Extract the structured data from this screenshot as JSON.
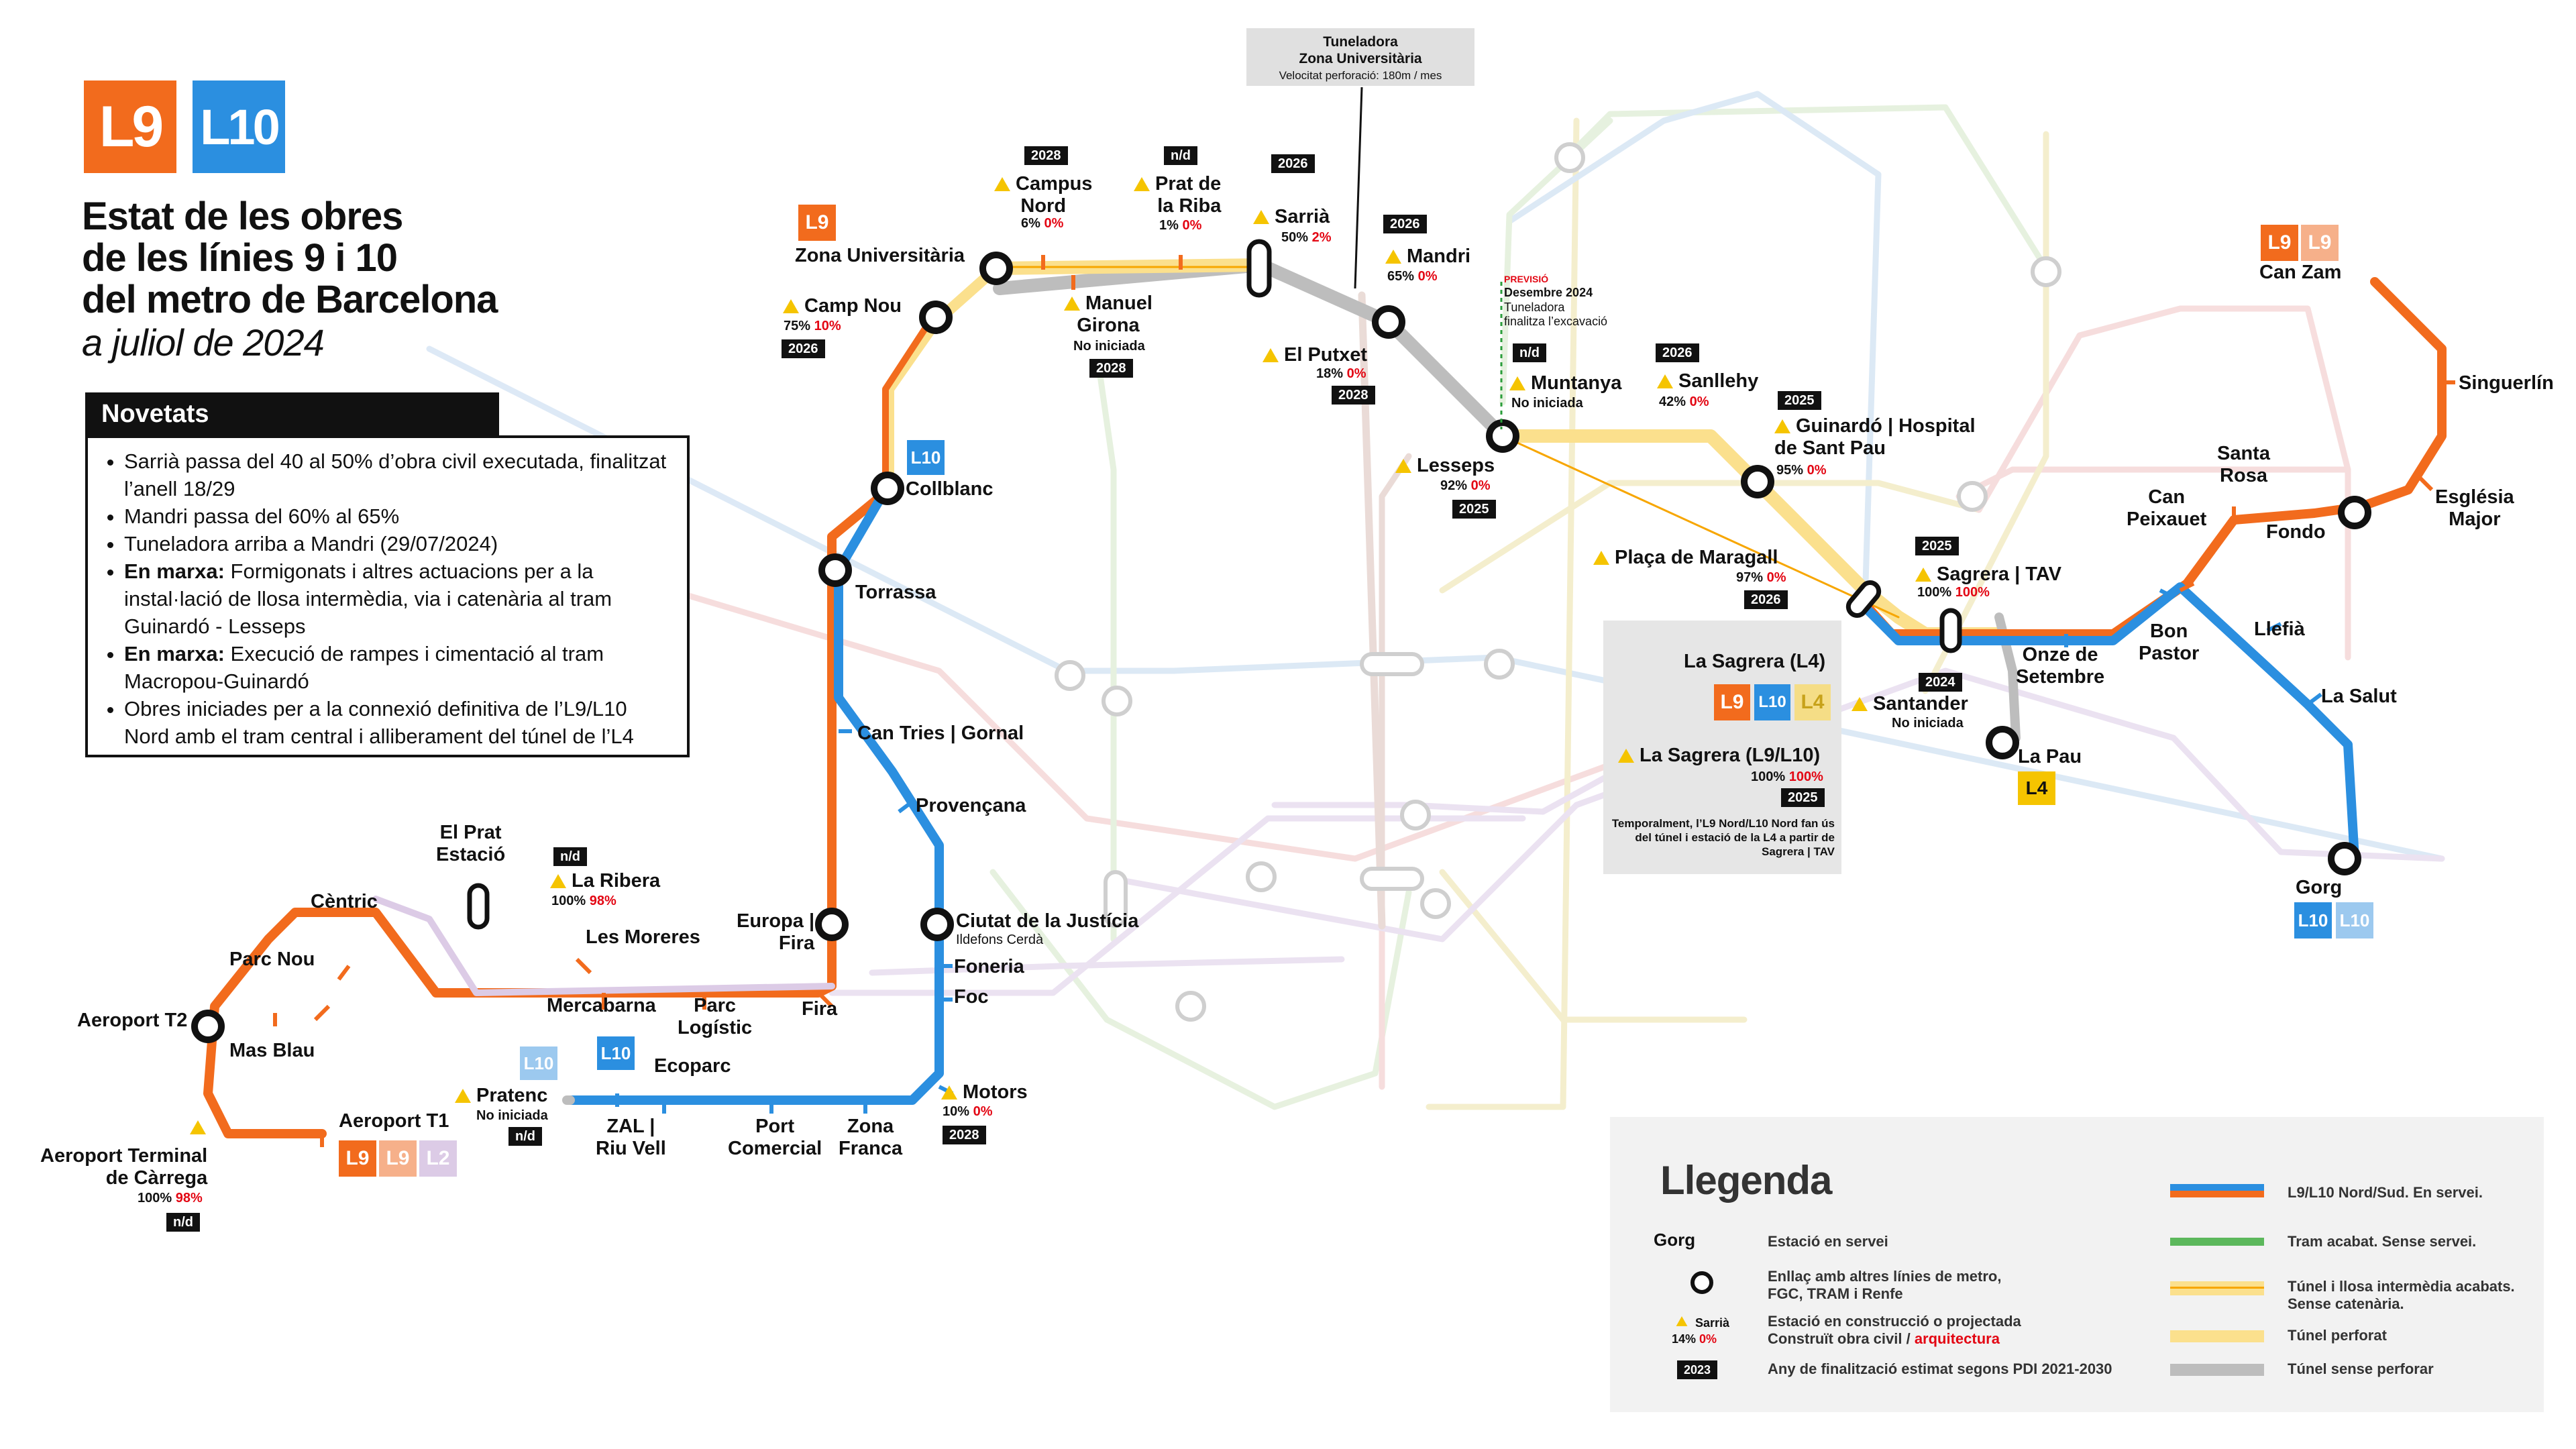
{
  "header": {
    "logo_l9": "L9",
    "logo_l10": "L10",
    "title_lines": [
      "Estat de les obres",
      "de les línies 9 i 10",
      "del metro de Barcelona"
    ],
    "subtitle": "a juliol de 2024"
  },
  "news": {
    "heading": "Novetats",
    "items": [
      {
        "bold": "",
        "text": "Sarrià passa del 40 al 50% d’obra civil executada, finalitzat l’anell 18/29"
      },
      {
        "bold": "",
        "text": "Mandri passa del 60% al 65%"
      },
      {
        "bold": "",
        "text": "Tuneladora arriba a Mandri (29/07/2024)"
      },
      {
        "bold": "En marxa:",
        "text": " Formigonats i altres actuacions per a la instal·lació de llosa intermèdia, via i catenària al tram Guinardó - Lesseps"
      },
      {
        "bold": "En marxa:",
        "text": " Execució de rampes i cimentació al tram Macropou-Guinardó"
      },
      {
        "bold": "",
        "text": "Obres iniciades per a la connexió definitiva de l’L9/L10 Nord amb el tram central i alliberament del túnel de l’L4"
      }
    ]
  },
  "tbm": {
    "title": "Tuneladora",
    "title2": "Zona Universitària",
    "note": "Velocitat perforació: 180m / mes"
  },
  "colors": {
    "orange": "#f26b1d",
    "blue": "#2b8fe0",
    "yellow": "#fbe08d",
    "green": "#5cb85c",
    "grey": "#bdbdbd",
    "black": "#111111",
    "red": "#e30613",
    "pale_blue": "#9cc9ef",
    "pale_orange": "#f6b08a",
    "pale_lilac": "#dccbe6"
  },
  "stations": {
    "zona_universitaria": {
      "name": "Zona Universitària"
    },
    "campus_nord": {
      "name": "Campus\nNord",
      "pct": "6%",
      "pct_red": "0%",
      "year": "2028"
    },
    "prat_riba": {
      "name": "Prat de\nla Riba",
      "pct": "1%",
      "pct_red": "0%",
      "year": "n/d"
    },
    "sarria": {
      "name": "Sarrià",
      "pct": "50%",
      "pct_red": "2%",
      "year": "2026"
    },
    "mandri": {
      "name": "Mandri",
      "pct": "65%",
      "pct_red": "0%",
      "year": "2026"
    },
    "camp_nou": {
      "name": "Camp Nou",
      "pct": "75%",
      "pct_red": "10%",
      "year": "2026"
    },
    "manuel_girona": {
      "name": "Manuel\nGirona",
      "status": "No iniciada",
      "year": "2028"
    },
    "el_putxet": {
      "name": "El Putxet",
      "pct": "18%",
      "pct_red": "0%",
      "year": "2028"
    },
    "muntanya": {
      "name": "Muntanya",
      "status": "No iniciada",
      "year": "n/d"
    },
    "sanllehy": {
      "name": "Sanllehy",
      "pct": "42%",
      "pct_red": "0%",
      "year": "2026"
    },
    "lesseps": {
      "name": "Lesseps",
      "pct": "92%",
      "pct_red": "0%",
      "year": "2025"
    },
    "guinardo": {
      "name": "Guinardó | Hospital\nde Sant Pau",
      "pct": "95%",
      "pct_red": "0%",
      "year": "2025"
    },
    "maragall": {
      "name": "Plaça de Maragall",
      "pct": "97%",
      "pct_red": "0%",
      "year": "2026"
    },
    "sagrera_tav": {
      "name": "Sagrera | TAV",
      "pct": "100%",
      "pct_red": "100%",
      "year": "2025"
    },
    "sagrera_l4": {
      "name": "La Sagrera (L4)"
    },
    "sagrera_l9": {
      "name": "La Sagrera (L9/L10)",
      "pct": "100%",
      "pct_red": "100%",
      "year": "2025"
    },
    "sagrera_note": "Temporalment, l’L9 Nord/L10 Nord fan ús del túnel i estació de la L4 a partir de Sagrera | TAV",
    "santander": {
      "name": "Santander",
      "status": "No iniciada",
      "year": "2024"
    },
    "collblanc": {
      "name": "Collblanc"
    },
    "torrassa": {
      "name": "Torrassa"
    },
    "can_tries": {
      "name": "Can Tries | Gornal"
    },
    "provencana": {
      "name": "Provençana"
    },
    "europa_fira": {
      "name": "Europa |\nFira"
    },
    "ciutat_justicia": {
      "name": "Ciutat de la Justícia",
      "sub": "Ildefons Cerdà"
    },
    "foneria": {
      "name": "Foneria"
    },
    "foc": {
      "name": "Foc"
    },
    "fira": {
      "name": "Fira"
    },
    "motors": {
      "name": "Motors",
      "pct": "10%",
      "pct_red": "0%",
      "year": "2028"
    },
    "el_prat": {
      "name": "El Prat\nEstació"
    },
    "la_ribera": {
      "name": "La Ribera",
      "pct": "100%",
      "pct_red": "98%",
      "year": "n/d"
    },
    "centric": {
      "name": "Cèntric"
    },
    "parc_nou": {
      "name": "Parc Nou"
    },
    "les_moreres": {
      "name": "Les Moreres"
    },
    "mercabarna": {
      "name": "Mercabarna"
    },
    "parc_logistic": {
      "name": "Parc\nLogístic"
    },
    "aeroport_t2": {
      "name": "Aeroport T2"
    },
    "mas_blau": {
      "name": "Mas Blau"
    },
    "aeroport_t1": {
      "name": "Aeroport T1"
    },
    "aeroport_carrega": {
      "name": "Aeroport Terminal\nde Càrrega",
      "pct": "100%",
      "pct_red": "98%",
      "year": "n/d"
    },
    "pratenc": {
      "name": "Pratenc",
      "status": "No iniciada",
      "year": "n/d"
    },
    "zal": {
      "name": "ZAL |\nRiu Vell"
    },
    "ecoparc": {
      "name": "Ecoparc"
    },
    "port_comercial": {
      "name": "Port\nComercial"
    },
    "zona_franca": {
      "name": "Zona\nFranca"
    },
    "can_zam": {
      "name": "Can Zam"
    },
    "singuerlin": {
      "name": "Singuerlín"
    },
    "esglesia_major": {
      "name": "Església\nMajor"
    },
    "fondo": {
      "name": "Fondo"
    },
    "santa_rosa": {
      "name": "Santa\nRosa"
    },
    "can_peixauet": {
      "name": "Can\nPeixauet"
    },
    "bon_pastor": {
      "name": "Bon\nPastor"
    },
    "onze_setembre": {
      "name": "Onze de\nSetembre"
    },
    "llefia": {
      "name": "Llefià"
    },
    "la_salut": {
      "name": "La Salut"
    },
    "la_pau": {
      "name": "La Pau"
    },
    "gorg": {
      "name": "Gorg"
    }
  },
  "previsio": {
    "tag": "PREVISIÓ",
    "date": "Desembre 2024",
    "text": "Tuneladora\nfinalitza l’excavació"
  },
  "legend": {
    "title": "Llegenda",
    "station_sample": "Gorg",
    "in_service": "Estació en servei",
    "interchange": "Enllaç amb altres línies de metro,\nFGC, TRAM i Renfe",
    "construction_sample": "Sarrià",
    "construction_pct": "14%",
    "construction_pct_red": "0%",
    "construction": "Estació en construcció o projectada",
    "construction2": "Construït obra civil / ",
    "construction2_red": "arquitectura",
    "year_sample": "2023",
    "year": "Any de finalització estimat segons PDI 2021-2030",
    "lines": [
      {
        "label": "L9/L10 Nord/Sud. En servei.",
        "color": "#f26b1d",
        "color2": "#2b8fe0"
      },
      {
        "label": "Tram acabat. Sense servei.",
        "color": "#5cb85c"
      },
      {
        "label": "Túnel i llosa intermèdia acabats.\nSense catenària.",
        "color": "#fbe08d",
        "color2": "#f7a600"
      },
      {
        "label": "Túnel perforat",
        "color": "#fbe08d"
      },
      {
        "label": "Túnel sense perforar",
        "color": "#bdbdbd"
      }
    ]
  }
}
